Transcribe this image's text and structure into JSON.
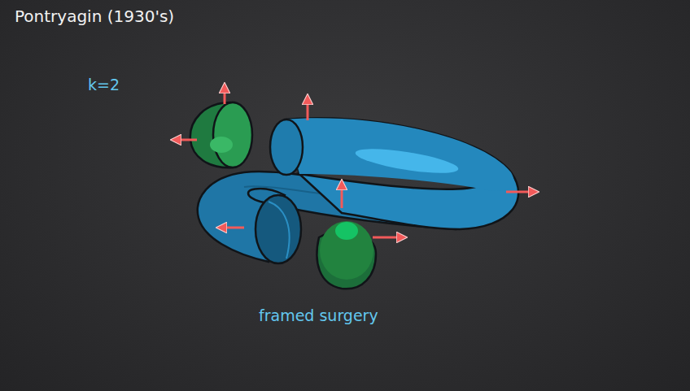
{
  "diagram": {
    "title": "Pontryagin (1930's)",
    "caption": "framed surgery",
    "labels": [
      "k=2"
    ]
  }
}
